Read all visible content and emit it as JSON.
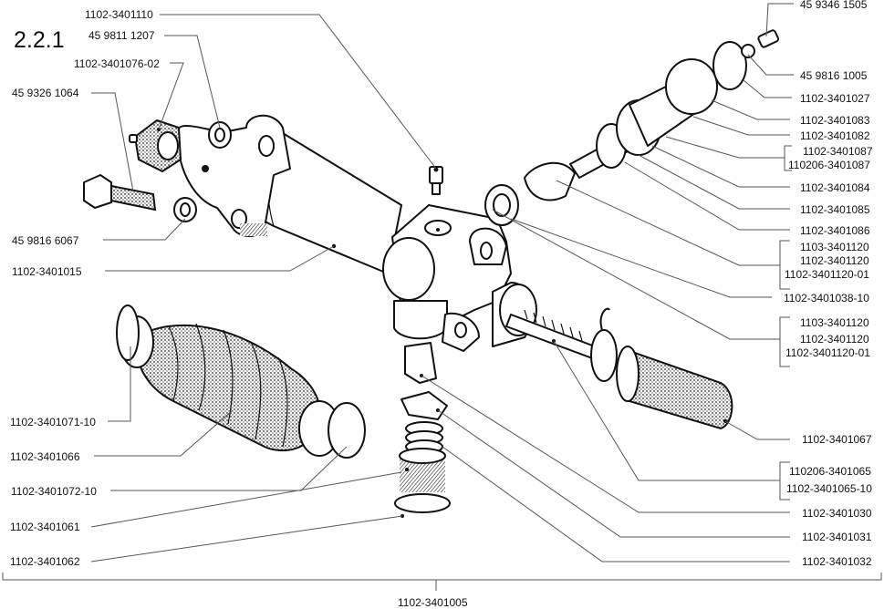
{
  "diagram": {
    "section_number": "2.2.1",
    "subject": "steering-rack-assembly-exploded-view",
    "colors": {
      "ink": "#111111",
      "leader": "#555555",
      "background": "#ffffff"
    },
    "labels": {
      "p1102_3401110": "1102-3401110",
      "p45_9811_1207": "45 9811 1207",
      "p1102_3401076_02": "1102-3401076-02",
      "p45_9326_1064": "45 9326 1064",
      "p45_9816_6067": "45 9816 6067",
      "p1102_3401015": "1102-3401015",
      "p1102_3401071_10": "1102-3401071-10",
      "p1102_3401066": "1102-3401066",
      "p1102_3401072_10": "1102-3401072-10",
      "p1102_3401061": "1102-3401061",
      "p1102_3401062": "1102-3401062",
      "p1102_3401005": "1102-3401005",
      "p45_9346_1505": "45 9346 1505",
      "p45_9816_1005": "45 9816 1005",
      "p1102_3401027": "1102-3401027",
      "p1102_3401083": "1102-3401083",
      "p1102_3401082": "1102-3401082",
      "group_3401087": [
        "1102-3401087",
        "110206-3401087"
      ],
      "p1102_3401084": "1102-3401084",
      "p1102_3401085": "1102-3401085",
      "p1102_3401086": "1102-3401086",
      "group_3401120_a": [
        "1103-3401120",
        "1102-3401120",
        "1102-3401120-01"
      ],
      "p1102_3401038_10": "1102-3401038-10",
      "group_3401120_b": [
        "1103-3401120",
        "1102-3401120",
        "1102-3401120-01"
      ],
      "p1102_3401067": "1102-3401067",
      "group_3401065": [
        "110206-3401065",
        "1102-3401065-10"
      ],
      "p1102_3401030": "1102-3401030",
      "p1102_3401031": "1102-3401031",
      "p1102_3401032": "1102-3401032"
    }
  }
}
